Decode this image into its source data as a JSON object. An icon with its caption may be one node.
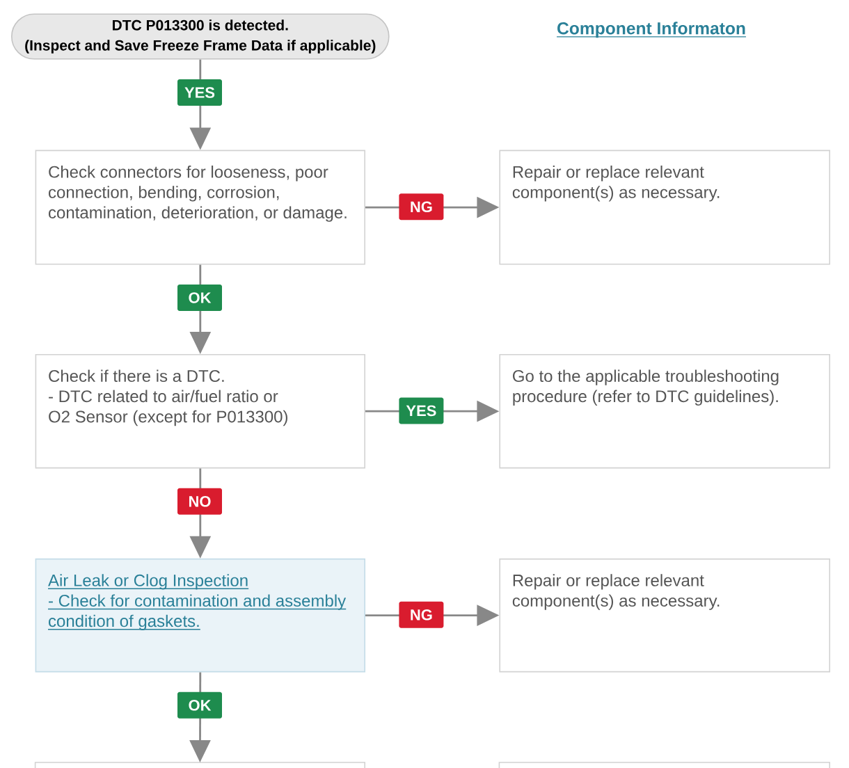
{
  "diagram": {
    "nodes": [
      {
        "text": [
          "DTC P013300 is detected.",
          "(Inspect and Save Freeze Frame Data if applicable)"
        ]
      },
      {
        "text": [
          "Check connectors for looseness, poor connection, bending, corrosion, contamination, deterioration, or damage."
        ]
      },
      {
        "text": [
          "Repair or replace relevant component(s) as necessary."
        ]
      },
      {
        "text": [
          "Check if there is a DTC.",
          "- DTC related to air/fuel ratio or O2 Sensor (except for P013300)"
        ]
      },
      {
        "text": [
          "Go to the applicable troubleshooting procedure (refer to DTC guidelines)."
        ]
      },
      {
        "text": [
          "Air Leak or Clog Inspection",
          "- Check for contamination and assembly condition of gaskets."
        ]
      },
      {
        "text": [
          "Repair or replace relevant component(s) as necessary."
        ]
      },
      {
        "text": [],
        "shape": "box"
      },
      {
        "text": [],
        "shape": "box"
      }
    ],
    "edges": [
      {
        "from": 0,
        "to": 1,
        "arrow": "to",
        "label": "YES"
      },
      {
        "from": 1,
        "to": 2,
        "arrow": "to",
        "label": "NG"
      },
      {
        "from": 1,
        "to": 3,
        "arrow": "to",
        "label": "OK"
      },
      {
        "from": 3,
        "to": 4,
        "arrow": "to",
        "label": "YES"
      },
      {
        "from": 3,
        "to": 5,
        "arrow": "to",
        "label": "NO"
      },
      {
        "from": 5,
        "to": 6,
        "arrow": "to",
        "label": "NG"
      },
      {
        "from": 5,
        "to": 7,
        "arrow": "to",
        "label": "OK"
      }
    ],
    "labels": [
      "Component Informaton"
    ]
  }
}
